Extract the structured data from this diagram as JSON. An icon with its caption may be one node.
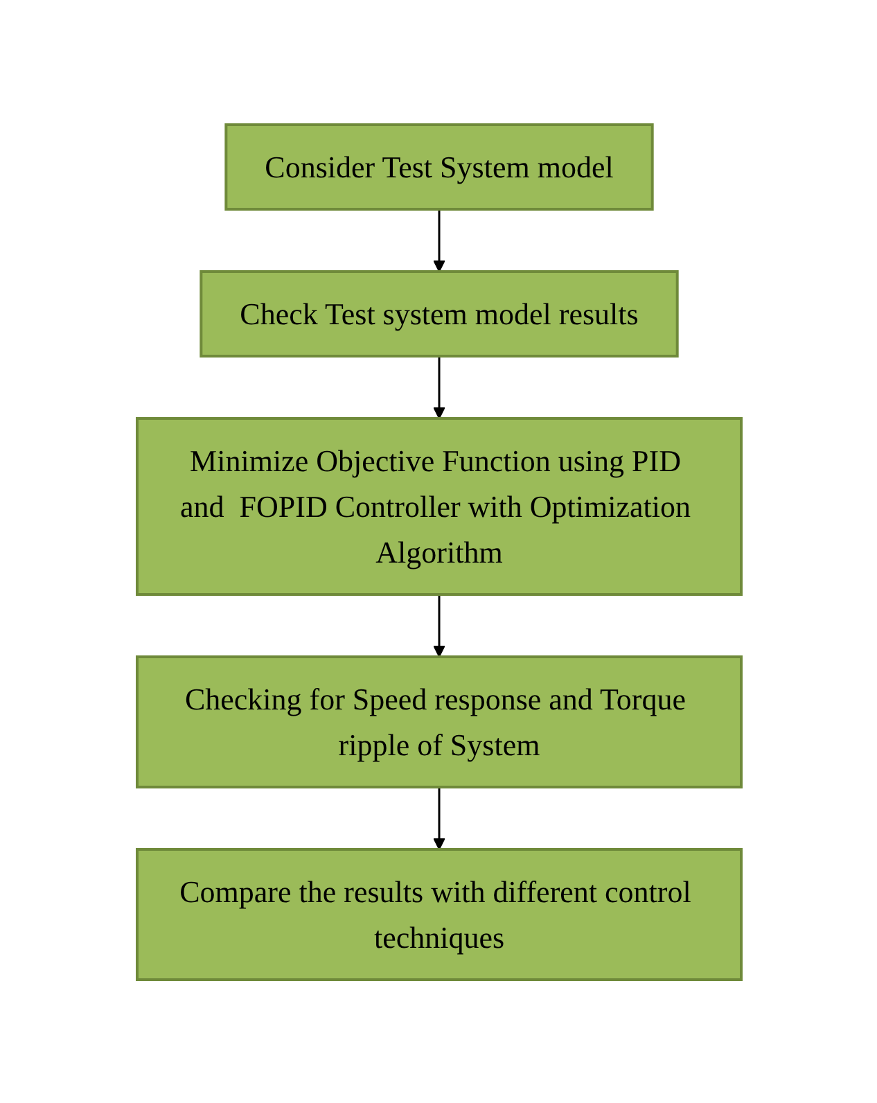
{
  "diagram": {
    "nodes": [
      {
        "text": [
          "Consider Test System model"
        ]
      },
      {
        "text": [
          "Check Test system model results"
        ]
      },
      {
        "text": [
          "Minimize Objective Function using PID and  FOPID Controller with Optimization Algorithm"
        ]
      },
      {
        "text": [
          "Checking for Speed response and Torque ripple of System"
        ]
      },
      {
        "text": [
          "Compare the results with different control techniques"
        ]
      }
    ],
    "edges": [
      {
        "from": 0,
        "to": 1,
        "arrow": "to"
      },
      {
        "from": 1,
        "to": 2,
        "arrow": "to"
      },
      {
        "from": 2,
        "to": 3,
        "arrow": "to"
      },
      {
        "from": 3,
        "to": 4,
        "arrow": "to"
      }
    ]
  }
}
